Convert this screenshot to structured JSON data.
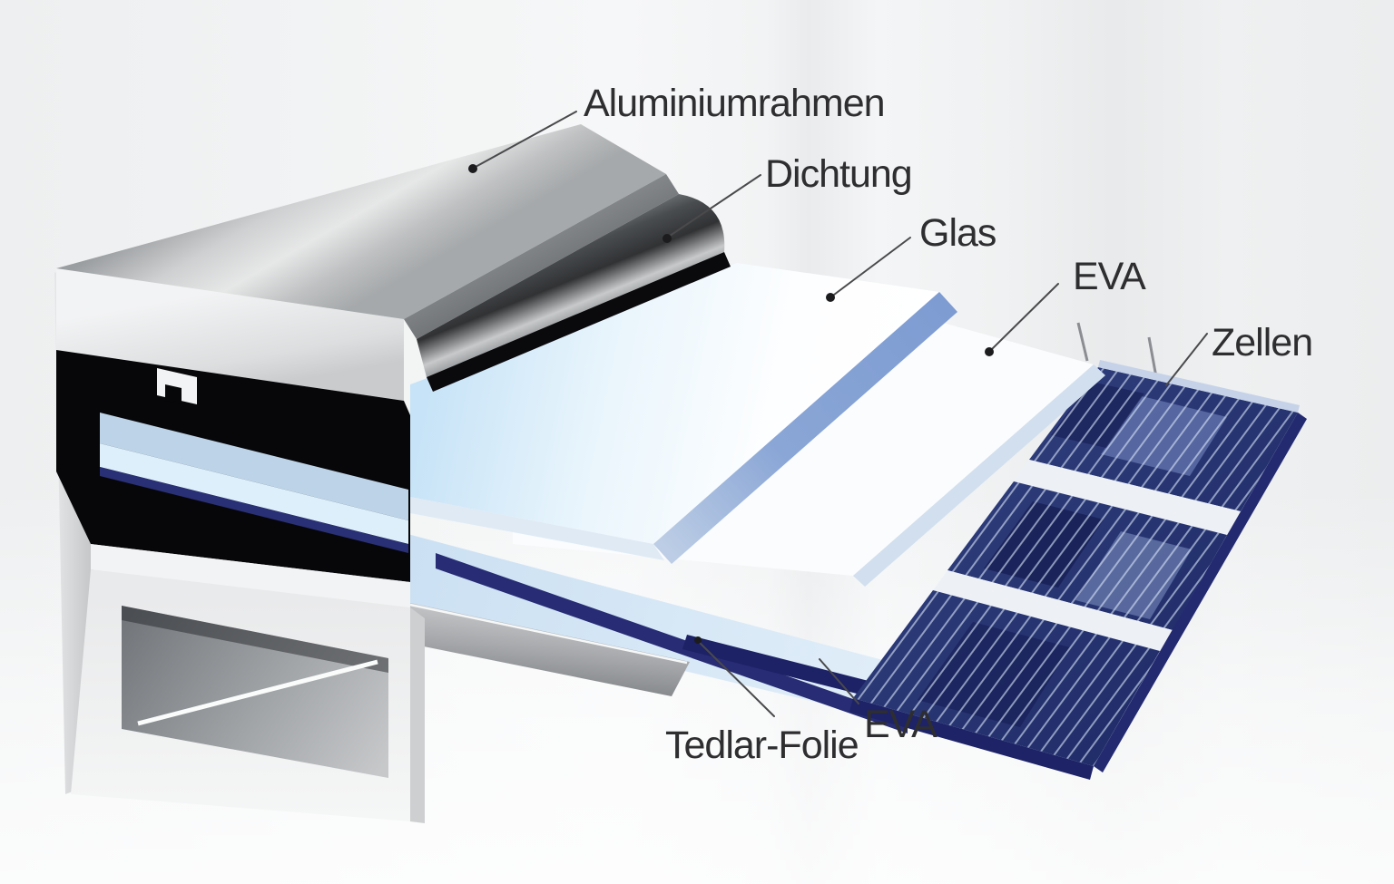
{
  "figure": {
    "type": "exploded-cutaway-diagram",
    "labels": {
      "aluminum_frame": "Aluminiumrahmen",
      "gasket": "Dichtung",
      "glass": "Glas",
      "eva_top": "EVA",
      "cells": "Zellen",
      "tedlar_foil": "Tedlar-Folie",
      "eva_bottom": "EVA"
    },
    "colors": {
      "background": "#eef0f2",
      "frame_metal_light": "#e6e7e7",
      "frame_metal_dark": "#9b9ea1",
      "gasket_black": "#07070a",
      "glass_tint": "#cbe6f8",
      "glass_edge_blue": "#8aa6d6",
      "eva_white": "#fafcfe",
      "cells_navy": "#28367a",
      "cell_gap_white": "#edf1f6",
      "cell_gridline": "#d7e4f6",
      "tedlar_navy": "#20246a",
      "label_text": "#2e2e30",
      "leader_line": "#4a4a4c"
    }
  }
}
